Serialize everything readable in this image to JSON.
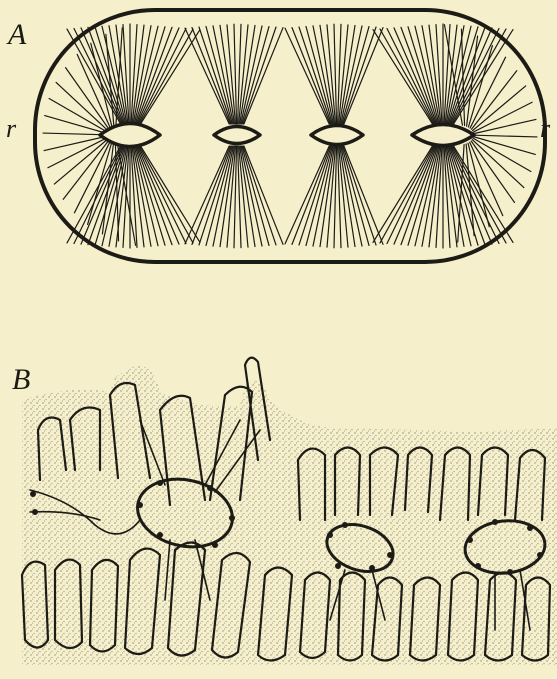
{
  "figure": {
    "panel_a": {
      "label": "A",
      "left_marker": "r",
      "right_marker": "r"
    },
    "panel_b": {
      "label": "B"
    }
  },
  "colors": {
    "paper": "#f5efcb",
    "ink": "#1c1b16",
    "stipple": "#8d8a76"
  }
}
